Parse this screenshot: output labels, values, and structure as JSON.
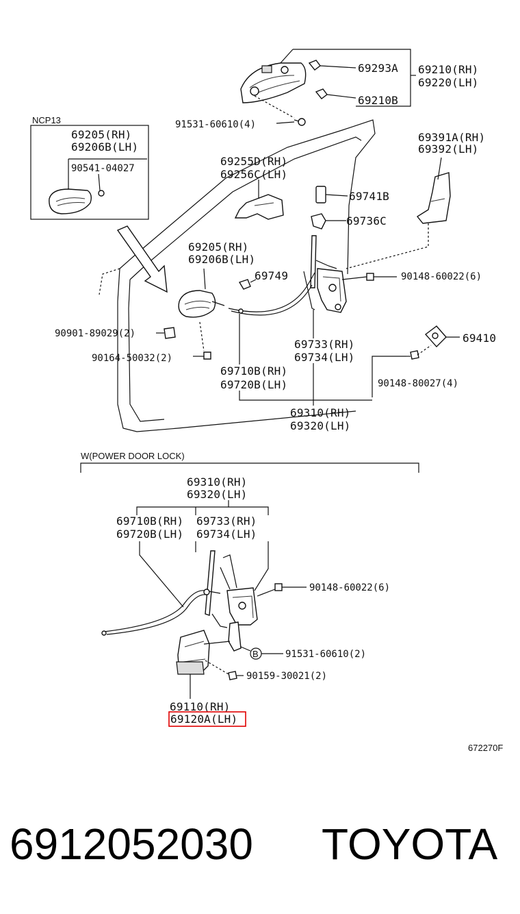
{
  "labels": {
    "p69293a": "69293A",
    "p69210rh": "69210(RH)",
    "p69220lh": "69220(LH)",
    "p69210b": "69210B",
    "p91531_4": "91531-60610(4)",
    "ncp13": "NCP13",
    "box_69205rh": "69205(RH)",
    "box_69206blh": "69206B(LH)",
    "box_90541": "90541-04027",
    "p69391a": "69391A(RH)",
    "p69392": "69392(LH)",
    "p69255d": "69255D(RH)",
    "p69256c": "69256C(LH)",
    "p69741b": "69741B",
    "p69736c": "69736C",
    "p69205rh": "69205(RH)",
    "p69206blh": "69206B(LH)",
    "p69749": "69749",
    "p90148_60022": "90148-60022(6)",
    "p90901": "90901-89029(2)",
    "p69410": "69410",
    "p90164": "90164-50032(2)",
    "p69733rh": "69733(RH)",
    "p69734lh": "69734(LH)",
    "p90148_80027": "90148-80027(4)",
    "p69710brh": "69710B(RH)",
    "p69720blh": "69720B(LH)",
    "p69310rh": "69310(RH)",
    "p69320lh": "69320(LH)",
    "power_lock": "W(POWER DOOR LOCK)",
    "w_69310rh": "69310(RH)",
    "w_69320lh": "69320(LH)",
    "w_69710brh": "69710B(RH)",
    "w_69720blh": "69720B(LH)",
    "w_69733rh": "69733(RH)",
    "w_69734lh": "69734(LH)",
    "w_90148_60022": "90148-60022(6)",
    "b_marker": "B",
    "w_91531_2": "91531-60610(2)",
    "w_90159": "90159-30021(2)",
    "w_69110rh": "69110(RH)",
    "w_69120alh": "69120A(LH)",
    "diagram_code": "672270F"
  },
  "footer": {
    "part_number": "6912052030",
    "brand": "TOYOTA"
  },
  "highlight_color": "#e00000"
}
